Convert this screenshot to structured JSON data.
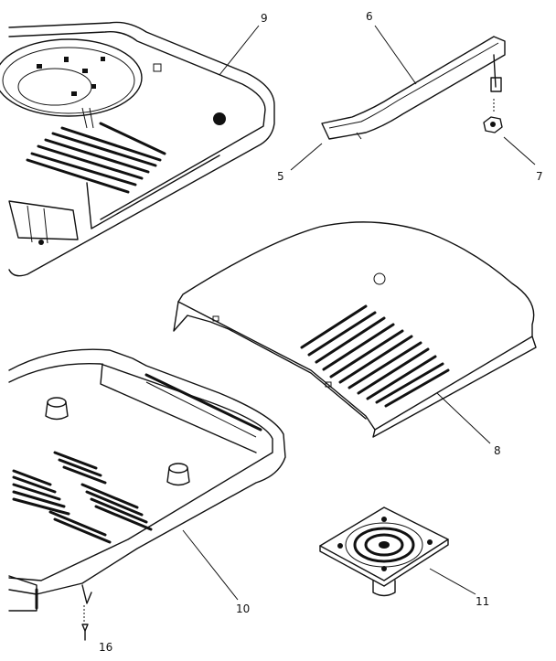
{
  "callouts": {
    "c5": "5",
    "c6": "6",
    "c7": "7",
    "c8": "8",
    "c9": "9",
    "c10": "10",
    "c11": "11",
    "c16": "16"
  }
}
